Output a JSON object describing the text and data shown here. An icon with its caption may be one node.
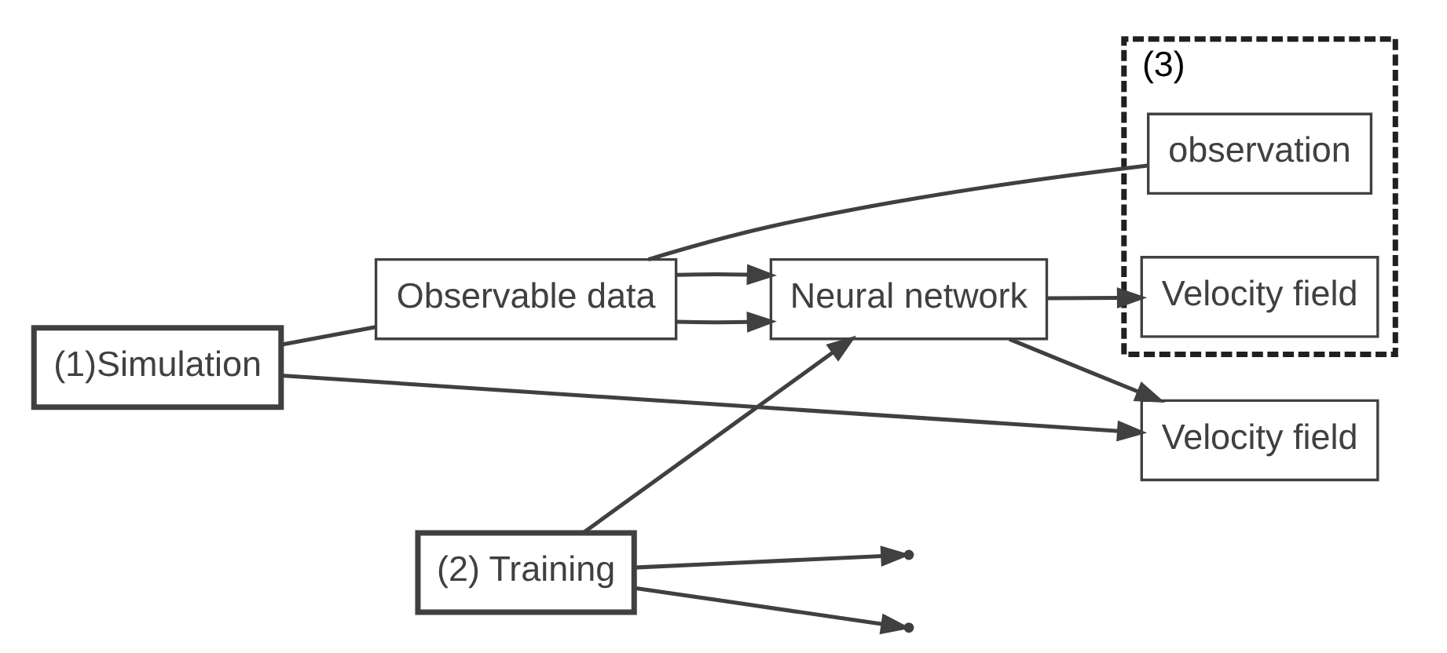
{
  "diagram": {
    "nodes": [
      {
        "text": [
          "(1)Simulation"
        ]
      },
      {
        "text": [
          "Observable data"
        ]
      },
      {
        "text": [
          "Neural network"
        ]
      },
      {
        "text": [
          "(2) Training"
        ]
      },
      {
        "text": [
          "Velocity field"
        ]
      },
      {
        "text": [
          "(3)"
        ]
      },
      {
        "text": [
          "observation"
        ],
        "in": 5
      },
      {
        "text": [
          "Velocity field"
        ],
        "in": 5
      }
    ],
    "edges": [
      {
        "from": 0,
        "to": 4,
        "arrow": "to"
      },
      {
        "from": 0,
        "to": 1,
        "arrow": "none"
      },
      {
        "from": 6,
        "to": 1,
        "arrow": "none"
      },
      {
        "from": 1,
        "to": 2,
        "arrow": "to"
      },
      {
        "from": 1,
        "to": 2,
        "arrow": "to"
      },
      {
        "from": 3,
        "to": 2,
        "arrow": "to"
      },
      {
        "from": 3,
        "to": null,
        "arrow": "to"
      },
      {
        "from": 3,
        "to": null,
        "arrow": "to"
      },
      {
        "from": 2,
        "to": 4,
        "arrow": "to"
      },
      {
        "from": 2,
        "to": 7,
        "arrow": "to"
      }
    ]
  }
}
